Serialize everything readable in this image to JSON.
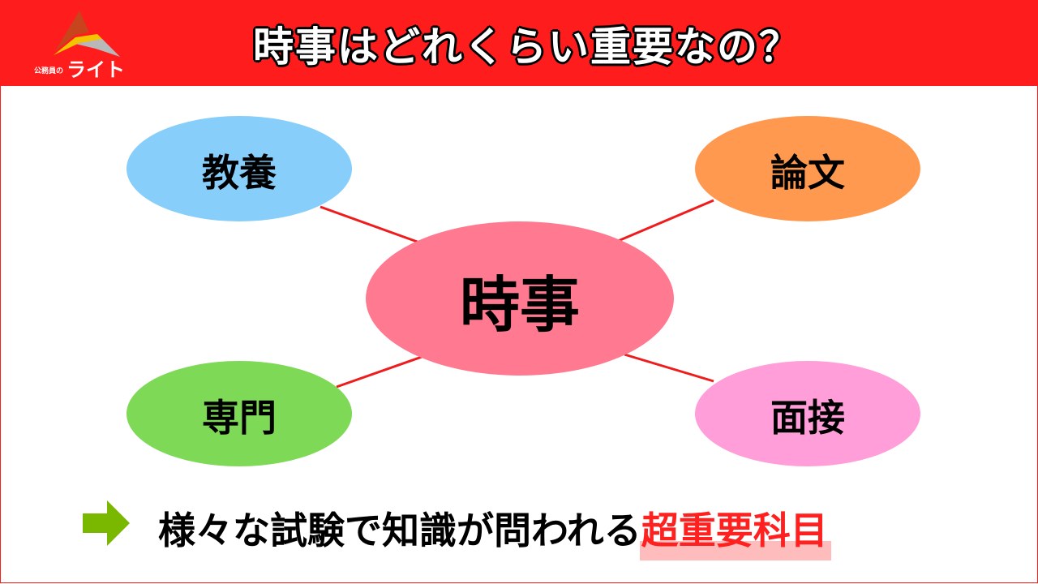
{
  "header": {
    "title": "時事はどれくらい重要なの？",
    "logo_small": "公務員の",
    "logo_big": "ライト"
  },
  "diagram": {
    "center": {
      "label": "時事",
      "color": "#ff7a90"
    },
    "nodes": [
      {
        "label": "教養",
        "color": "#87cefa"
      },
      {
        "label": "論文",
        "color": "#ff9950"
      },
      {
        "label": "専門",
        "color": "#7ed957"
      },
      {
        "label": "面接",
        "color": "#ff9ed8"
      }
    ],
    "line_color": "#ee1c1c"
  },
  "bottom": {
    "text": "様々な試験で知識が問われる",
    "highlight": "超重要科目",
    "arrow_icon": "arrow-right-icon",
    "arrow_color": "#7ab800"
  }
}
